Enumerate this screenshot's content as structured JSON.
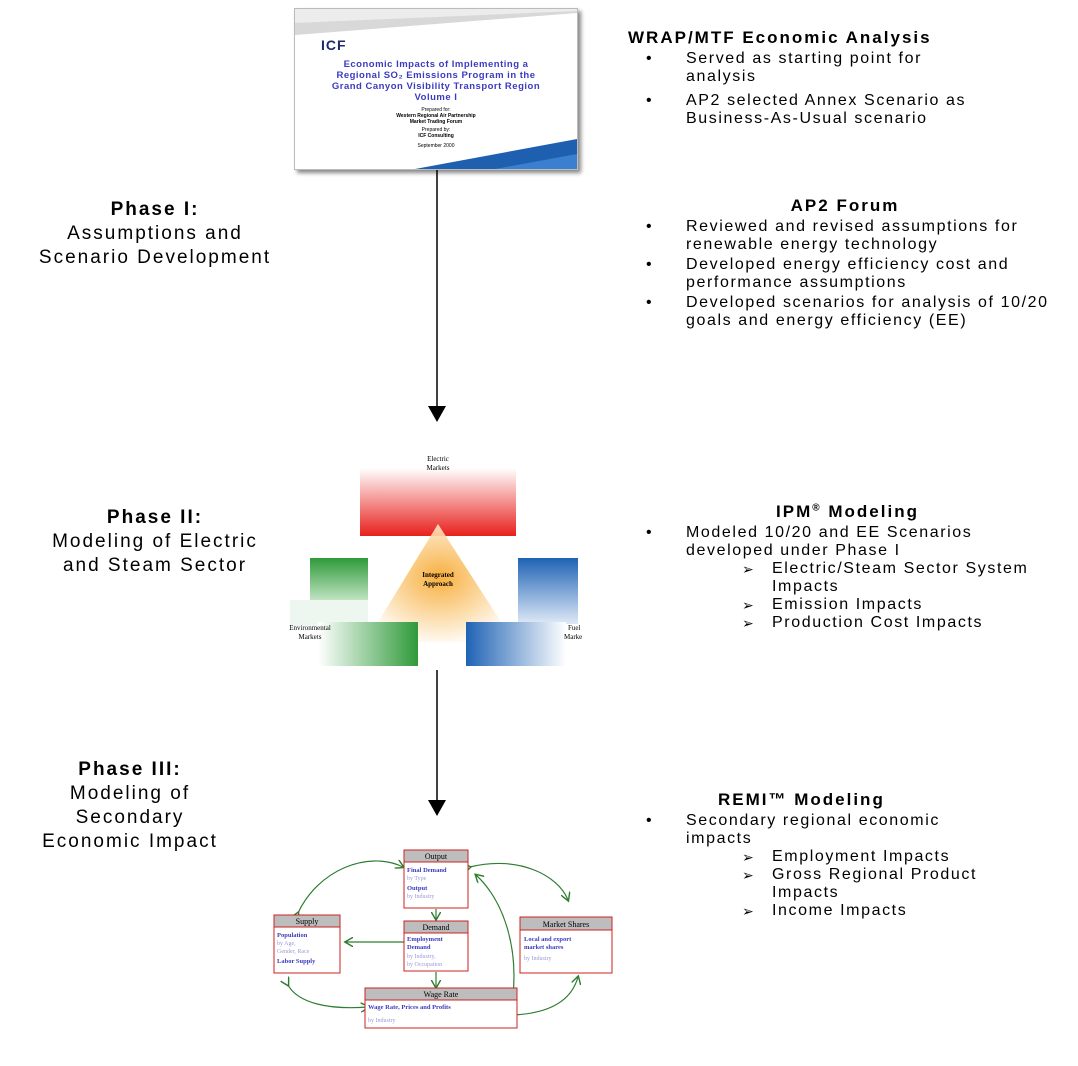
{
  "phases": [
    {
      "title": "Phase I:",
      "subtitle_lines": [
        "Assumptions and",
        "Scenario Development"
      ]
    },
    {
      "title": "Phase II:",
      "subtitle_lines": [
        "Modeling of Electric",
        "and Steam Sector"
      ]
    },
    {
      "title": "Phase III:",
      "subtitle_lines": [
        "Modeling of",
        "Secondary",
        "Economic Impact"
      ]
    }
  ],
  "cover": {
    "logo": "ICF",
    "title_lines": [
      "Economic Impacts of Implementing a",
      "Regional SO₂ Emissions Program in the",
      "Grand Canyon Visibility Transport Region",
      "Volume I"
    ],
    "prepared_for_label": "Prepared for:",
    "prepared_for": [
      "Western Regional Air Partnership",
      "Market Trading Forum"
    ],
    "prepared_by_label": "Prepared by:",
    "prepared_by": "ICF Consulting",
    "date": "September 2000"
  },
  "sections": {
    "wrap": {
      "title": "WRAP/MTF Economic Analysis",
      "bullets": [
        "Served as starting point for analysis",
        "AP2 selected Annex Scenario as Business-As-Usual scenario"
      ]
    },
    "ap2": {
      "title": "AP2 Forum",
      "bullets": [
        "Reviewed and revised assumptions for renewable energy technology",
        "Developed energy efficiency cost and performance assumptions",
        "Developed scenarios for analysis of 10/20 goals and energy efficiency (EE)"
      ]
    },
    "ipm": {
      "title": "IPM",
      "title_mark": "®",
      "title_suffix": " Modeling",
      "bullet": "Modeled 10/20 and EE Scenarios developed under Phase I",
      "sub": [
        "Electric/Steam Sector System Impacts",
        "Emission Impacts",
        "Production Cost Impacts"
      ]
    },
    "remi": {
      "title": "REMI™ Modeling",
      "bullet": "Secondary regional economic impacts",
      "sub": [
        "Employment Impacts",
        "Gross Regional Product Impacts",
        "Income Impacts"
      ]
    }
  },
  "ipm_diagram": {
    "electric": [
      "Electric",
      "Markets"
    ],
    "center": [
      "Integrated",
      "Approach"
    ],
    "environmental": [
      "Environmental",
      "Markets"
    ],
    "fuel": [
      "Fuel",
      "Marke"
    ]
  },
  "remi_diagram": {
    "output": {
      "header": "Output",
      "lines": [
        "Final Demand",
        "by Type",
        "Output",
        "by Industry"
      ]
    },
    "supply": {
      "header": "Supply",
      "lines": [
        "Population",
        "by Age,",
        "Gender, Race",
        "Labor Supply"
      ]
    },
    "demand": {
      "header": "Demand",
      "lines": [
        "Employment",
        "Demand",
        "by Industry,",
        "by Occupation"
      ]
    },
    "market": {
      "header": "Market Shares",
      "lines": [
        "Local and export",
        "market shares",
        "by Industry"
      ]
    },
    "wage": {
      "header": "Wage Rate",
      "lines": [
        "Wage Rate, Prices and Profits",
        "by Industry"
      ]
    }
  },
  "colors": {
    "arrow_green": "#2e7d32",
    "box_red": "#cc2222",
    "blue_text": "#3b3bbf"
  }
}
